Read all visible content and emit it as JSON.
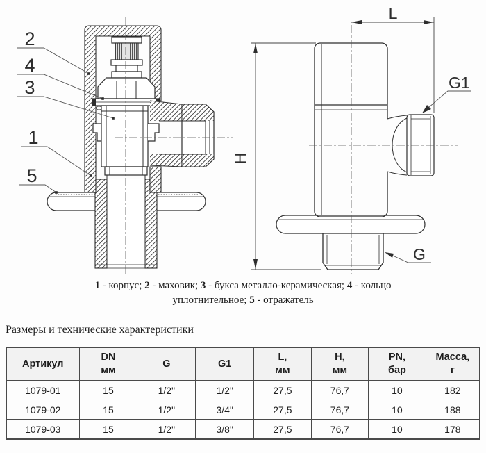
{
  "drawing": {
    "callouts": {
      "n1": "1",
      "n2": "2",
      "n3": "3",
      "n4": "4",
      "n5": "5"
    },
    "dim_labels": {
      "L": "L",
      "H": "H",
      "G1": "G1",
      "G": "G"
    }
  },
  "caption": {
    "line1_parts": [
      {
        "bold": true,
        "text": "1"
      },
      {
        "bold": false,
        "text": " - корпус; "
      },
      {
        "bold": true,
        "text": "2"
      },
      {
        "bold": false,
        "text": " - маховик; "
      },
      {
        "bold": true,
        "text": "3"
      },
      {
        "bold": false,
        "text": " - букса металло-керамическая; "
      },
      {
        "bold": true,
        "text": "4"
      },
      {
        "bold": false,
        "text": " - кольцо"
      }
    ],
    "line2_parts": [
      {
        "bold": false,
        "text": "уплотнительное; "
      },
      {
        "bold": true,
        "text": "5"
      },
      {
        "bold": false,
        "text": " - отражатель"
      }
    ]
  },
  "section_title": "Размеры и технические характеристики",
  "table": {
    "headers": [
      [
        "Артикул"
      ],
      [
        "DN",
        "мм"
      ],
      [
        "G"
      ],
      [
        "G1"
      ],
      [
        "L,",
        "мм"
      ],
      [
        "H,",
        "мм"
      ],
      [
        "PN,",
        "бар"
      ],
      [
        "Масса,",
        "г"
      ]
    ],
    "rows": [
      [
        "1079-01",
        "15",
        "1/2\"",
        "1/2\"",
        "27,5",
        "76,7",
        "10",
        "182"
      ],
      [
        "1079-02",
        "15",
        "1/2\"",
        "3/4\"",
        "27,5",
        "76,7",
        "10",
        "188"
      ],
      [
        "1079-03",
        "15",
        "1/2\"",
        "3/8\"",
        "27,5",
        "76,7",
        "10",
        "178"
      ]
    ]
  },
  "colors": {
    "line": "#2e2e2e",
    "table_border": "#4a4a4a",
    "table_header_bg": "#f2f2f2",
    "text": "#1f1f1f",
    "background": "#ffffff"
  }
}
